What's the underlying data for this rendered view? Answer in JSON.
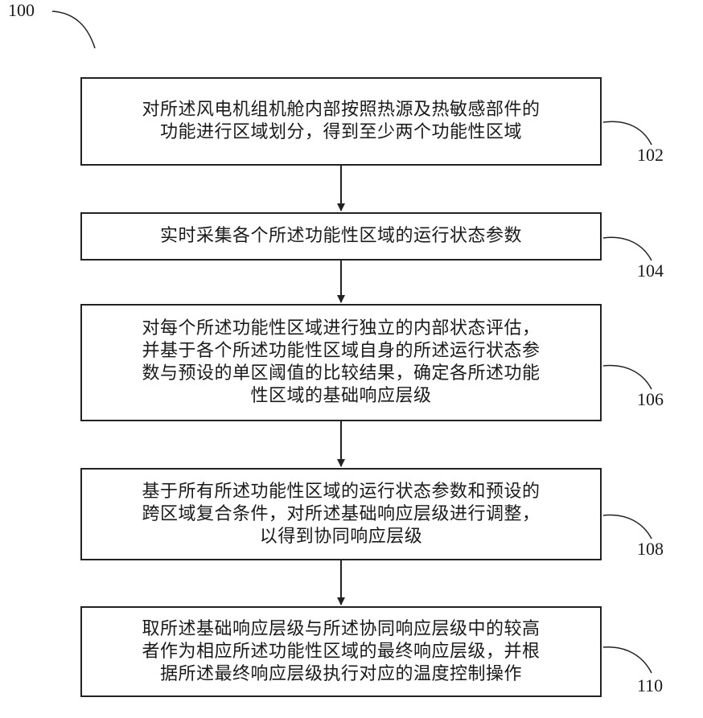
{
  "figure_ref": "100",
  "steps": [
    {
      "ref": "102",
      "lines": [
        "对所述风电机组机舱内部按照热源及热敏感部件的",
        "功能进行区域划分，得到至少两个功能性区域"
      ]
    },
    {
      "ref": "104",
      "lines": [
        "实时采集各个所述功能性区域的运行状态参数"
      ]
    },
    {
      "ref": "106",
      "lines": [
        "对每个所述功能性区域进行独立的内部状态评估，",
        "并基于各个所述功能性区域自身的所述运行状态参",
        "数与预设的单区阈值的比较结果，确定各所述功能",
        "性区域的基础响应层级"
      ]
    },
    {
      "ref": "108",
      "lines": [
        "基于所有所述功能性区域的运行状态参数和预设的",
        "跨区域复合条件，对所述基础响应层级进行调整，",
        "以得到协同响应层级"
      ]
    },
    {
      "ref": "110",
      "lines": [
        "取所述基础响应层级与所述协同响应层级中的较高",
        "者作为相应所述功能性区域的最终响应层级，并根",
        "据所述最终响应层级执行对应的温度控制操作"
      ]
    }
  ]
}
